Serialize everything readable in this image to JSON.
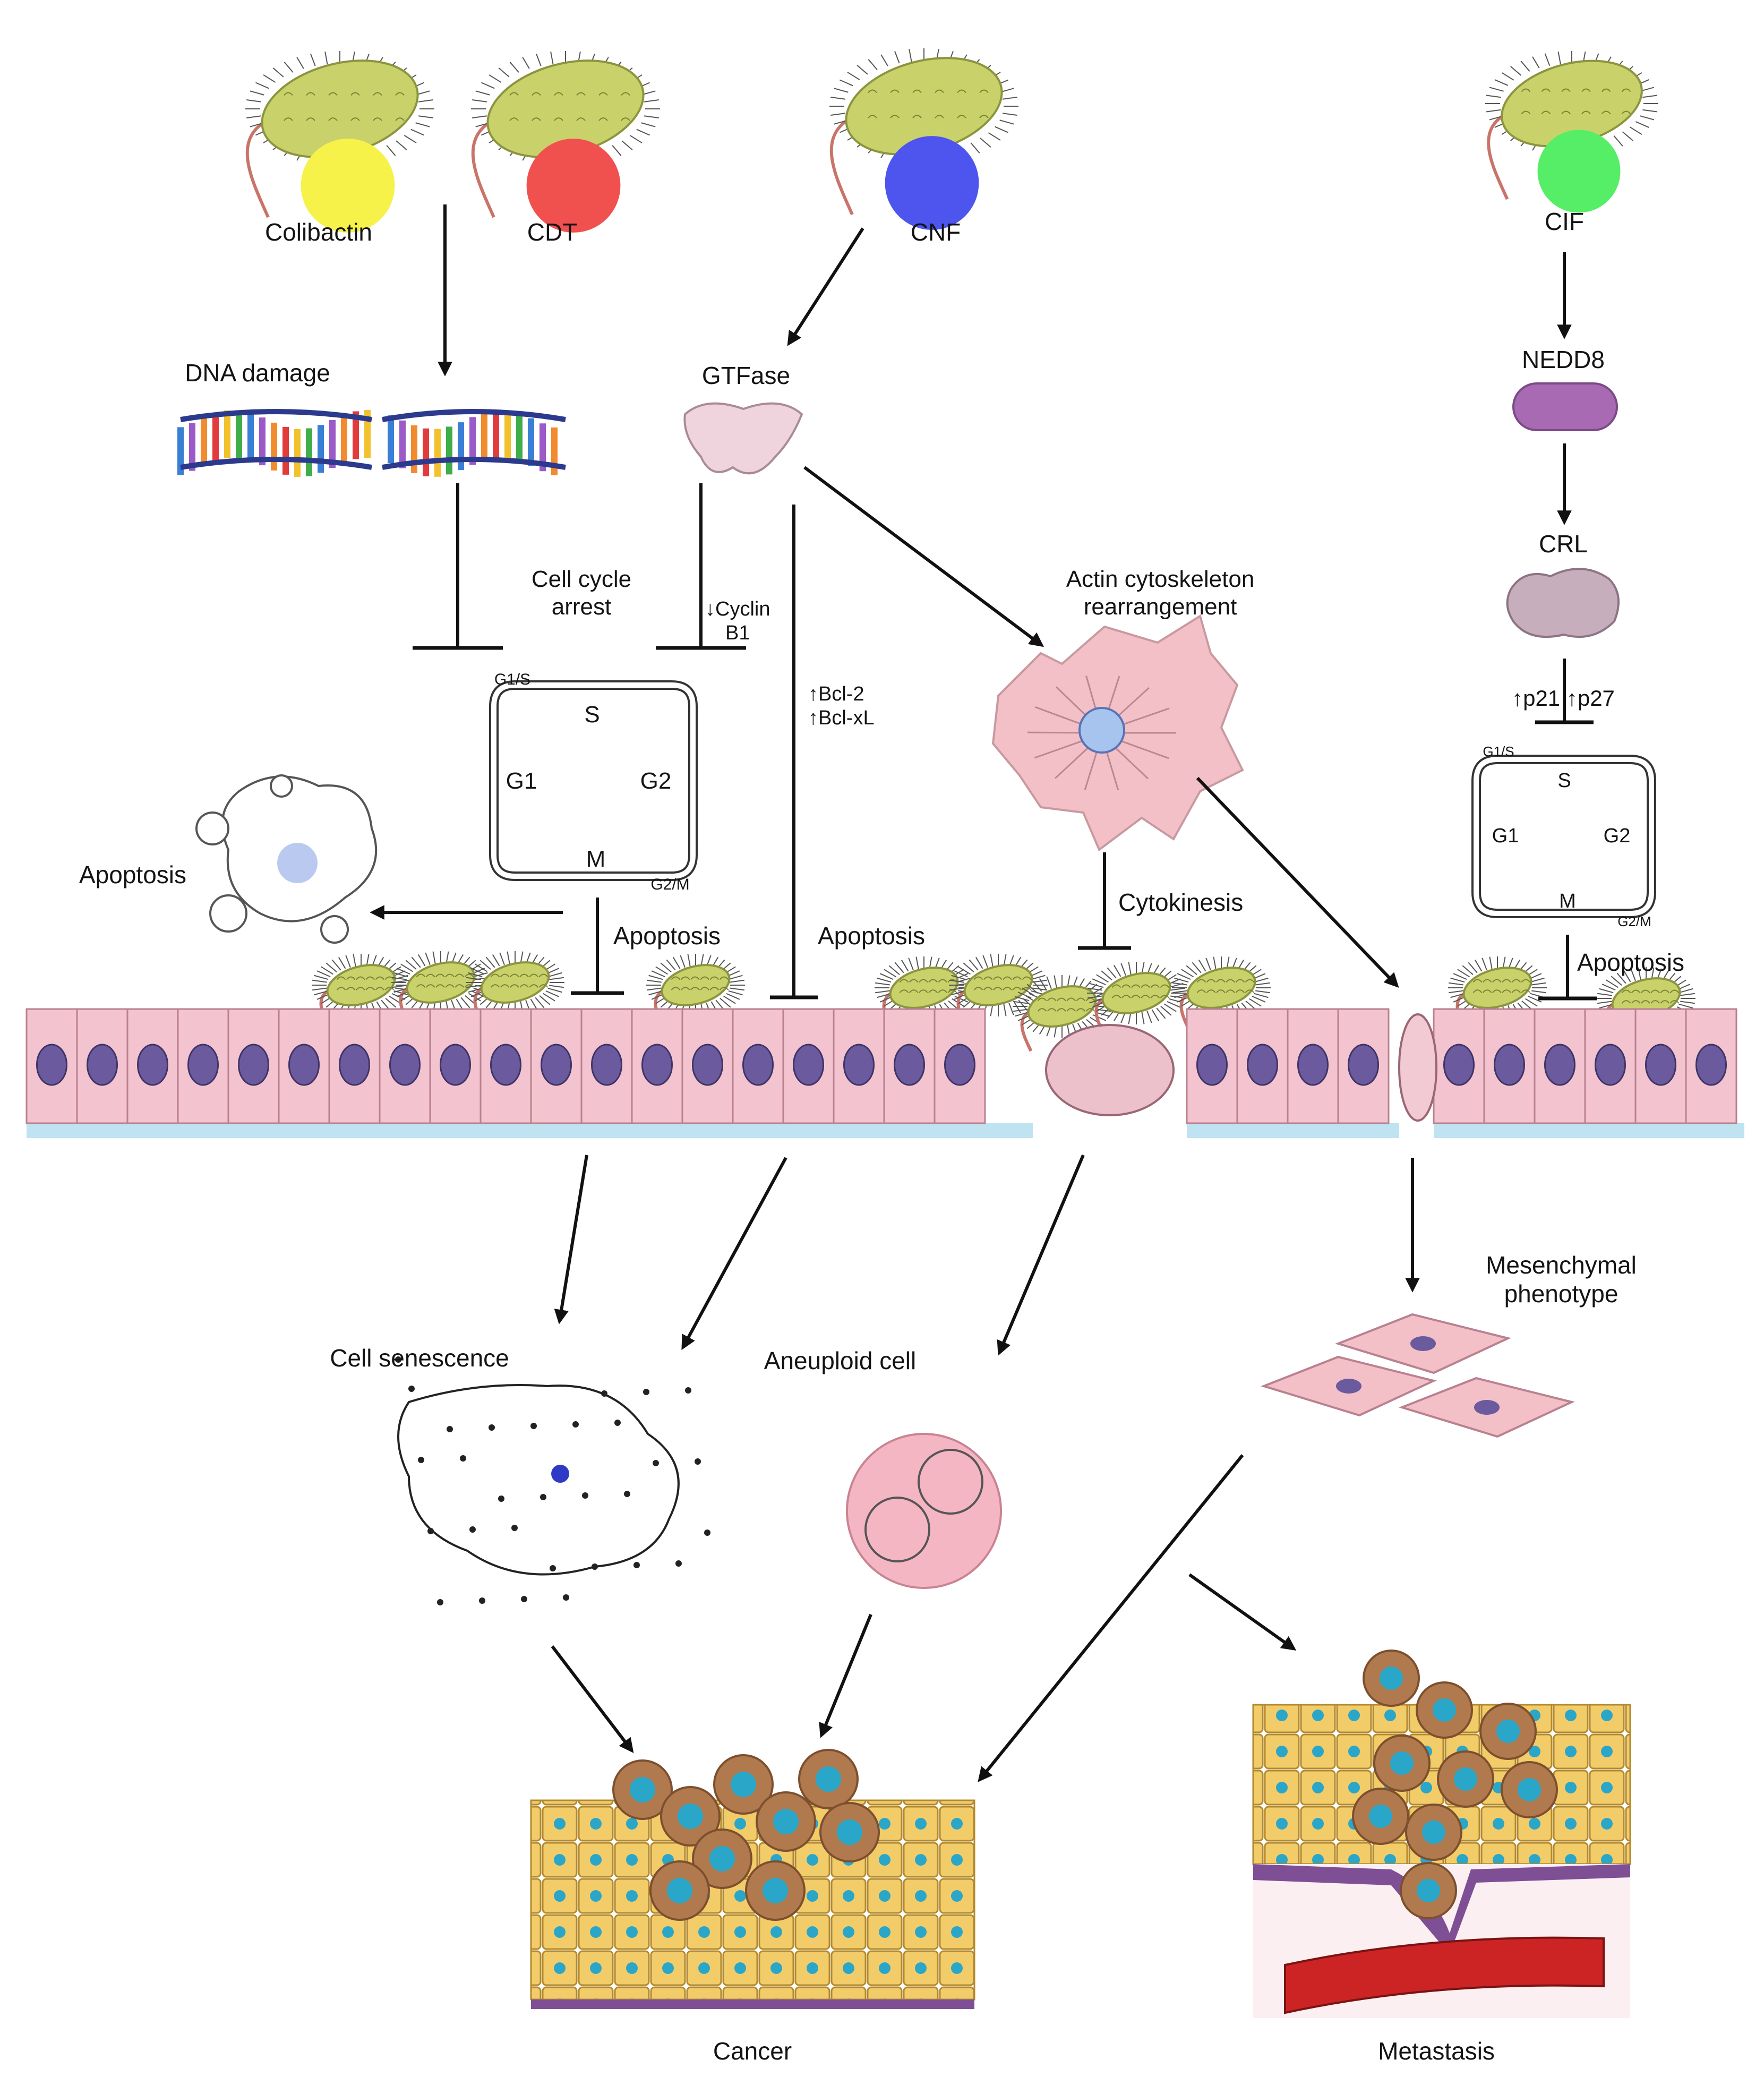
{
  "bacteria_labels": {
    "colibactin": "Colibactin",
    "cdt": "CDT",
    "cnf": "CNF",
    "cif": "CIF"
  },
  "toxin_colors": {
    "colibactin": "#f6f24a",
    "cdt": "#f0504e",
    "cnf": "#4d55ee",
    "cif": "#55ee66"
  },
  "labels": {
    "dna_damage": "DNA damage",
    "gtfase": "GTFase",
    "nedd8": "NEDD8",
    "crl": "CRL",
    "cell_cycle_arrest": "Cell cycle\narrest",
    "cyclin_b1": "↓Cyclin\nB1",
    "bcl": "↑Bcl-2\n↑Bcl-xL",
    "actin": "Actin cytoskeleton\nrearrangement",
    "p21_p27": "↑p21 ↑p27",
    "cytokinesis": "Cytokinesis",
    "apoptosis_left": "Apoptosis",
    "apoptosis_1": "Apoptosis",
    "apoptosis_2": "Apoptosis",
    "apoptosis_right": "Apoptosis",
    "mesenchymal": "Mesenchymal\nphenotype",
    "cell_senescence": "Cell senescence",
    "aneuploid": "Aneuploid cell",
    "cancer": "Cancer",
    "metastasis": "Metastasis"
  },
  "cell_cycle_main": {
    "g1s": "G1/S",
    "s": "S",
    "g1": "G1",
    "g2": "G2",
    "m": "M",
    "g2m": "G2/M"
  },
  "cell_cycle_right": {
    "g1s": "G1/S",
    "s": "S",
    "g1": "G1",
    "g2": "G2",
    "m": "M",
    "g2m": "G2/M"
  },
  "palette": {
    "bacteria_body": "#c9d26a",
    "epithelium": "#f3c4cf",
    "nucleus": "#6b5a9e",
    "cancer_cell": "#f3cc6a",
    "tumor_cell": "#b07a4e",
    "cell_nucleus": "#2aa6c9"
  }
}
